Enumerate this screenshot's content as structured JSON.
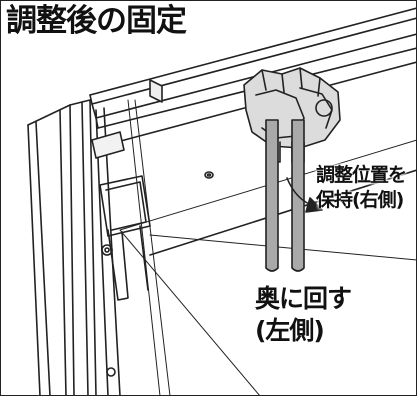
{
  "figure": {
    "title": "調整後の固定",
    "callout_hold": {
      "line1": "調整位置を",
      "line2": "保持(右側)"
    },
    "callout_direction": {
      "line1": "奥に回す",
      "line2": "(左側)"
    }
  },
  "colors": {
    "line": "#222222",
    "part_fill": "#dcdcdc",
    "rod_fill": "#a9a9a9",
    "background": "#ffffff"
  },
  "icons": [
    "rotation-arrow-icon",
    "screw-icon"
  ]
}
